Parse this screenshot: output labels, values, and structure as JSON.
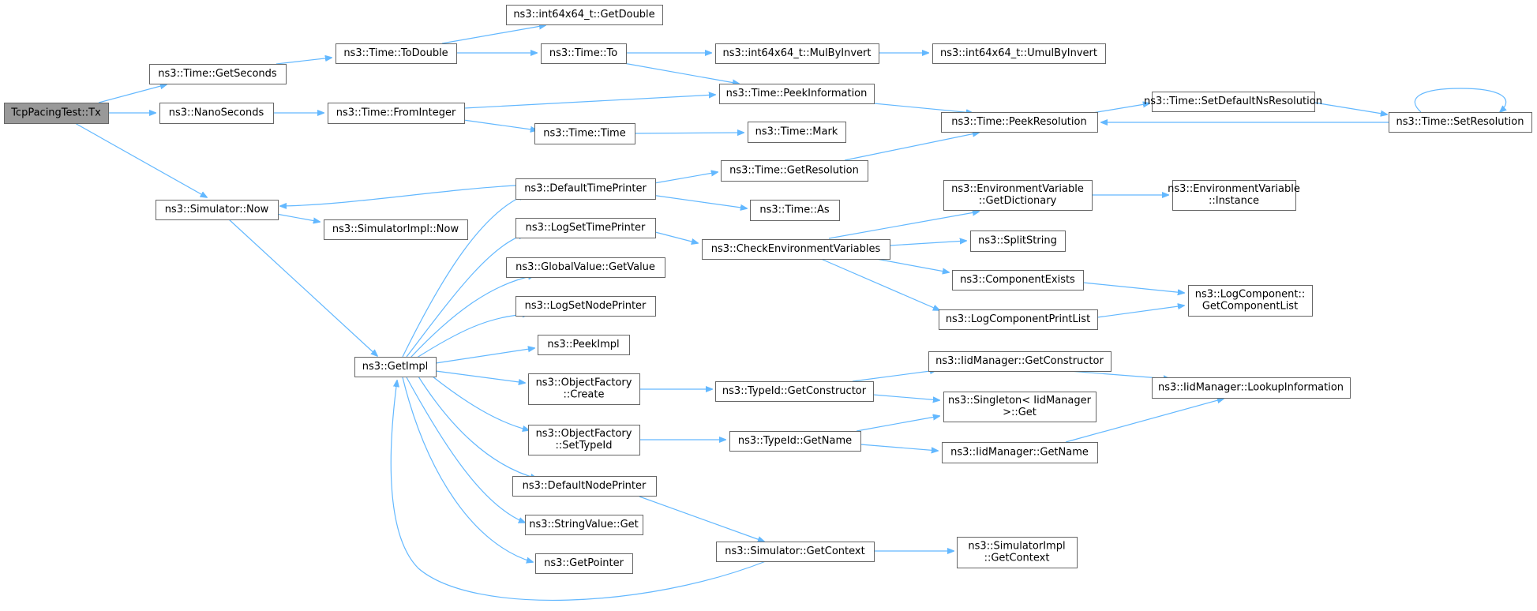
{
  "graph": {
    "colors": {
      "edge": "#63b8ff",
      "node_border": "#666666",
      "root_fill": "#999999",
      "node_fill": "#ffffff"
    },
    "nodes": [
      {
        "id": "n0",
        "lines": [
          "TcpPacingTest::Tx"
        ],
        "root": true
      },
      {
        "id": "n1",
        "lines": [
          "ns3::Time::GetSeconds"
        ]
      },
      {
        "id": "n2",
        "lines": [
          "ns3::NanoSeconds"
        ]
      },
      {
        "id": "n3",
        "lines": [
          "ns3::Simulator::Now"
        ]
      },
      {
        "id": "n4",
        "lines": [
          "ns3::Time::ToDouble"
        ]
      },
      {
        "id": "n5",
        "lines": [
          "ns3::int64x64_t::GetDouble"
        ]
      },
      {
        "id": "n6",
        "lines": [
          "ns3::Time::To"
        ]
      },
      {
        "id": "n7",
        "lines": [
          "ns3::int64x64_t::MulByInvert"
        ]
      },
      {
        "id": "n8",
        "lines": [
          "ns3::int64x64_t::UmulByInvert"
        ]
      },
      {
        "id": "n9",
        "lines": [
          "ns3::Time::PeekInformation"
        ]
      },
      {
        "id": "n10",
        "lines": [
          "ns3::Time::FromInteger"
        ]
      },
      {
        "id": "n11",
        "lines": [
          "ns3::Time::Time"
        ]
      },
      {
        "id": "n12",
        "lines": [
          "ns3::Time::Mark"
        ]
      },
      {
        "id": "n13",
        "lines": [
          "ns3::Time::PeekResolution"
        ]
      },
      {
        "id": "n14",
        "lines": [
          "ns3::Time::SetDefaultNsResolution"
        ]
      },
      {
        "id": "n15",
        "lines": [
          "ns3::Time::SetResolution"
        ]
      },
      {
        "id": "n16",
        "lines": [
          "ns3::SimulatorImpl::Now"
        ]
      },
      {
        "id": "n17",
        "lines": [
          "ns3::GetImpl"
        ]
      },
      {
        "id": "n18",
        "lines": [
          "ns3::DefaultTimePrinter"
        ]
      },
      {
        "id": "n19",
        "lines": [
          "ns3::Time::GetResolution"
        ]
      },
      {
        "id": "n20",
        "lines": [
          "ns3::Time::As"
        ]
      },
      {
        "id": "n21",
        "lines": [
          "ns3::LogSetTimePrinter"
        ]
      },
      {
        "id": "n22",
        "lines": [
          "ns3::CheckEnvironmentVariables"
        ]
      },
      {
        "id": "n23",
        "lines": [
          "ns3::EnvironmentVariable",
          "::GetDictionary"
        ]
      },
      {
        "id": "n24",
        "lines": [
          "ns3::EnvironmentVariable",
          "::Instance"
        ]
      },
      {
        "id": "n25",
        "lines": [
          "ns3::SplitString"
        ]
      },
      {
        "id": "n26",
        "lines": [
          "ns3::ComponentExists"
        ]
      },
      {
        "id": "n27",
        "lines": [
          "ns3::LogComponentPrintList"
        ]
      },
      {
        "id": "n28",
        "lines": [
          "ns3::LogComponent::",
          "GetComponentList"
        ]
      },
      {
        "id": "n29",
        "lines": [
          "ns3::GlobalValue::GetValue"
        ]
      },
      {
        "id": "n30",
        "lines": [
          "ns3::LogSetNodePrinter"
        ]
      },
      {
        "id": "n31",
        "lines": [
          "ns3::PeekImpl"
        ]
      },
      {
        "id": "n32",
        "lines": [
          "ns3::ObjectFactory",
          "::Create"
        ]
      },
      {
        "id": "n33",
        "lines": [
          "ns3::TypeId::GetConstructor"
        ]
      },
      {
        "id": "n34",
        "lines": [
          "ns3::IidManager::GetConstructor"
        ]
      },
      {
        "id": "n35",
        "lines": [
          "ns3::IidManager::LookupInformation"
        ]
      },
      {
        "id": "n36",
        "lines": [
          "ns3::Singleton< IidManager",
          " >::Get"
        ]
      },
      {
        "id": "n37",
        "lines": [
          "ns3::ObjectFactory",
          "::SetTypeId"
        ]
      },
      {
        "id": "n38",
        "lines": [
          "ns3::TypeId::GetName"
        ]
      },
      {
        "id": "n39",
        "lines": [
          "ns3::IidManager::GetName"
        ]
      },
      {
        "id": "n40",
        "lines": [
          "ns3::DefaultNodePrinter"
        ]
      },
      {
        "id": "n41",
        "lines": [
          "ns3::StringValue::Get"
        ]
      },
      {
        "id": "n42",
        "lines": [
          "ns3::GetPointer"
        ]
      },
      {
        "id": "n43",
        "lines": [
          "ns3::Simulator::GetContext"
        ]
      },
      {
        "id": "n44",
        "lines": [
          "ns3::SimulatorImpl",
          "::GetContext"
        ]
      }
    ],
    "edges": [
      [
        "n0",
        "n1"
      ],
      [
        "n0",
        "n2"
      ],
      [
        "n0",
        "n3"
      ],
      [
        "n1",
        "n4"
      ],
      [
        "n4",
        "n5"
      ],
      [
        "n4",
        "n6"
      ],
      [
        "n6",
        "n7"
      ],
      [
        "n7",
        "n8"
      ],
      [
        "n6",
        "n9"
      ],
      [
        "n2",
        "n10"
      ],
      [
        "n10",
        "n9"
      ],
      [
        "n10",
        "n11"
      ],
      [
        "n11",
        "n12"
      ],
      [
        "n9",
        "n13"
      ],
      [
        "n13",
        "n14"
      ],
      [
        "n14",
        "n15"
      ],
      [
        "n15",
        "n13"
      ],
      [
        "n15",
        "n15"
      ],
      [
        "n3",
        "n16"
      ],
      [
        "n3",
        "n17"
      ],
      [
        "n17",
        "n18"
      ],
      [
        "n18",
        "n3"
      ],
      [
        "n18",
        "n19"
      ],
      [
        "n19",
        "n13"
      ],
      [
        "n18",
        "n20"
      ],
      [
        "n17",
        "n21"
      ],
      [
        "n21",
        "n22"
      ],
      [
        "n22",
        "n23"
      ],
      [
        "n23",
        "n24"
      ],
      [
        "n22",
        "n25"
      ],
      [
        "n22",
        "n26"
      ],
      [
        "n22",
        "n27"
      ],
      [
        "n26",
        "n28"
      ],
      [
        "n27",
        "n28"
      ],
      [
        "n17",
        "n29"
      ],
      [
        "n17",
        "n30"
      ],
      [
        "n17",
        "n31"
      ],
      [
        "n17",
        "n32"
      ],
      [
        "n32",
        "n33"
      ],
      [
        "n33",
        "n34"
      ],
      [
        "n34",
        "n35"
      ],
      [
        "n33",
        "n36"
      ],
      [
        "n17",
        "n37"
      ],
      [
        "n37",
        "n38"
      ],
      [
        "n38",
        "n36"
      ],
      [
        "n38",
        "n39"
      ],
      [
        "n39",
        "n35"
      ],
      [
        "n17",
        "n40"
      ],
      [
        "n40",
        "n43"
      ],
      [
        "n43",
        "n17"
      ],
      [
        "n43",
        "n44"
      ],
      [
        "n17",
        "n41"
      ],
      [
        "n17",
        "n42"
      ]
    ]
  }
}
